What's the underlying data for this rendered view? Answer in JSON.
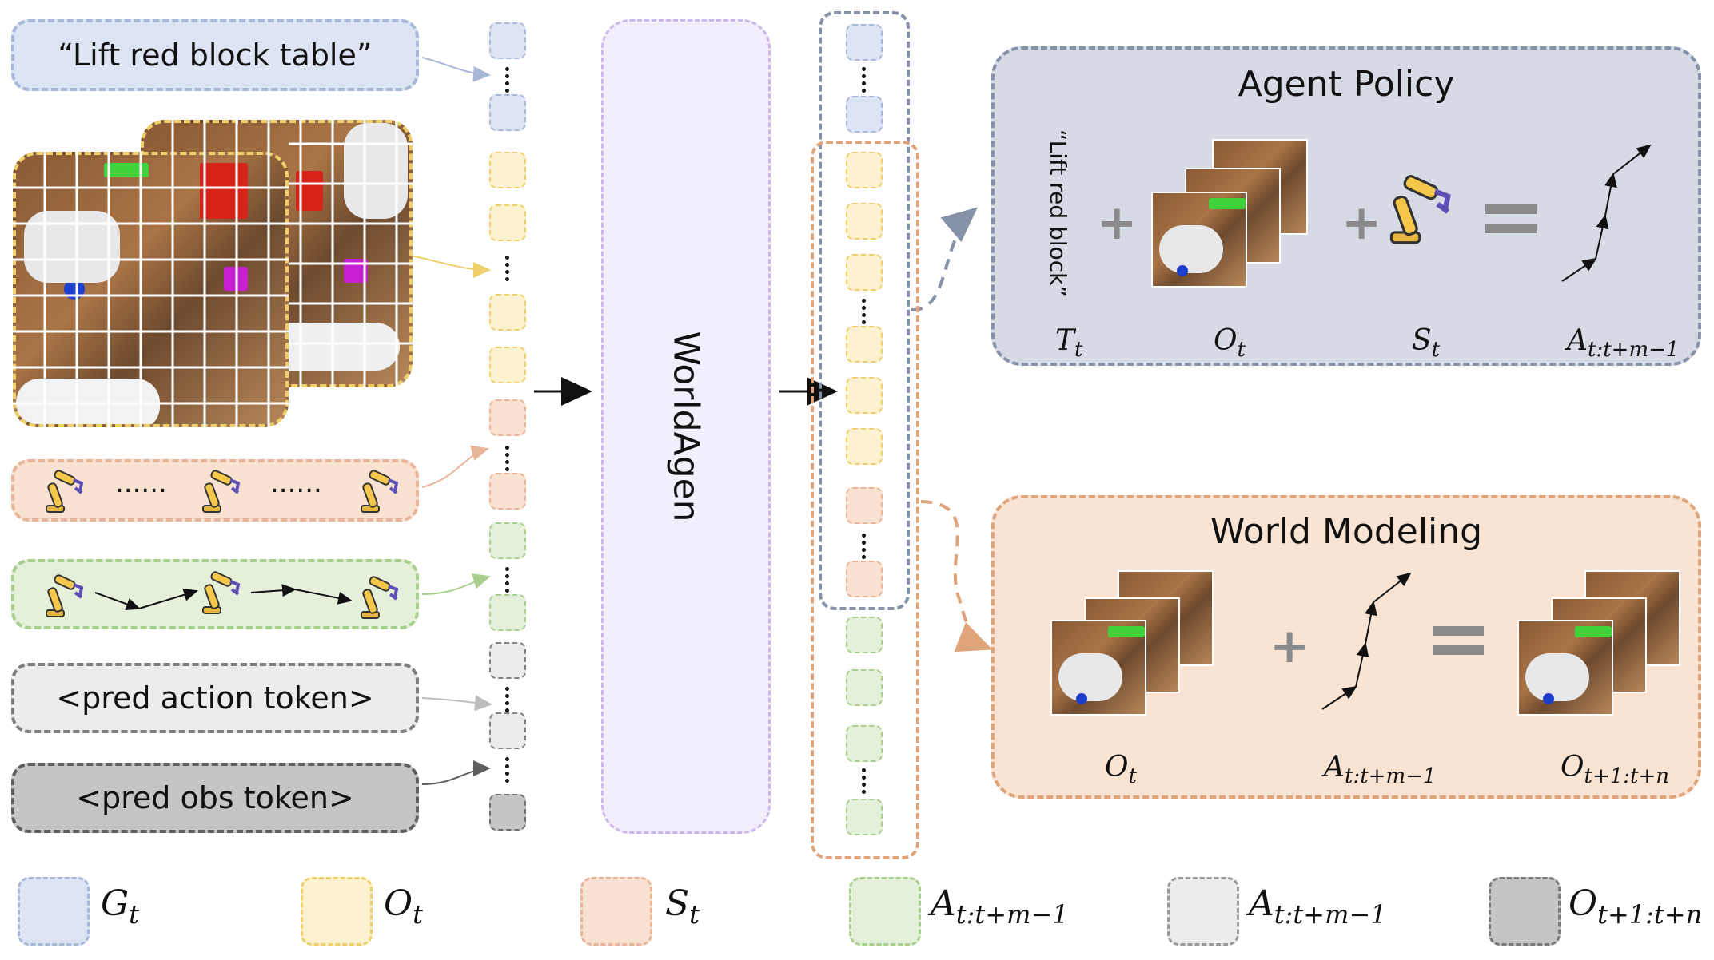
{
  "inputs": {
    "instruction": "“Lift red block table”",
    "dots_state": "......",
    "pred_action": "<pred action token>",
    "pred_obs": "<pred obs token>"
  },
  "model": {
    "name": "WorldAgen"
  },
  "agent_policy": {
    "title": "Agent Policy",
    "instruction_vertical": "“Lift red block”",
    "labels": {
      "T": "T",
      "T_sub": "t",
      "O": "O",
      "O_sub": "t",
      "S": "S",
      "S_sub": "t",
      "A": "A",
      "A_sub": "t:t+m−1"
    }
  },
  "world_modeling": {
    "title": "World Modeling",
    "labels": {
      "O": "O",
      "O_sub": "t",
      "A": "A",
      "A_sub": "t:t+m−1",
      "O2": "O",
      "O2_sub": "t+1:t+n"
    }
  },
  "legend": [
    {
      "sym": "G",
      "sub": "t",
      "color": "#dde4f3",
      "border": "#a9b7d9"
    },
    {
      "sym": "O",
      "sub": "t",
      "color": "#fdf2cf",
      "border": "#efcf6a"
    },
    {
      "sym": "S",
      "sub": "t",
      "color": "#fae2d3",
      "border": "#e9b598"
    },
    {
      "sym": "A",
      "sub": "t:t+m−1",
      "color": "#e4f0d9",
      "border": "#a9cf8e"
    },
    {
      "sym": "A",
      "sub": "t:t+m−1",
      "color": "#ececec",
      "border": "#9a9a9a"
    },
    {
      "sym": "O",
      "sub": "t+1:t+n",
      "color": "#c5c5c5",
      "border": "#7a7a7a"
    }
  ],
  "colors": {
    "blue_fill": "#dde4f3",
    "blue_border": "#a9b7d9",
    "yellow_fill": "#fdf2cf",
    "yellow_border": "#efcf6a",
    "orange_fill": "#fae2d3",
    "orange_border": "#e9b598",
    "green_fill": "#e4f0d9",
    "green_border": "#a9cf8e",
    "lgray_fill": "#ececec",
    "lgray_border": "#8c8c8c",
    "dgray_fill": "#c5c5c5",
    "dgray_border": "#6e6e6e",
    "model_fill": "#f3eefc",
    "model_border": "#cbb8ea",
    "policy_fill": "#d5dae5",
    "policy_border": "#8592a8",
    "wm_fill": "#f9e4d4",
    "wm_border": "#e0a47a"
  }
}
